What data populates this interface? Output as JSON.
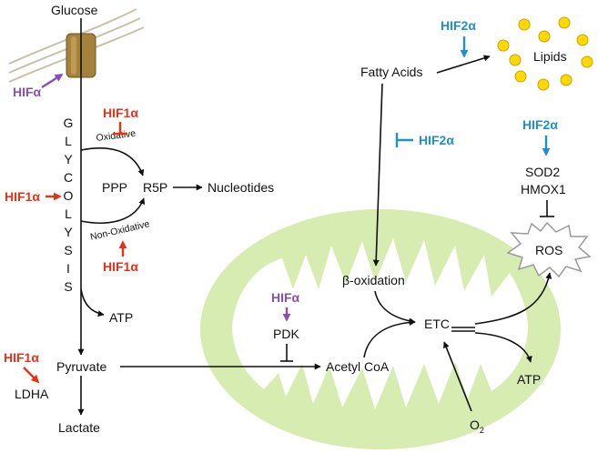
{
  "labels": {
    "glucose": "Glucose",
    "glycolysis": [
      "G",
      "L",
      "Y",
      "C",
      "O",
      "L",
      "Y",
      "S",
      "I",
      "S"
    ],
    "oxidative": "Oxidative",
    "non_oxidative": "Non-Oxidative",
    "ppp": "PPP",
    "r5p": "R5P",
    "nucleotides": "Nucleotides",
    "atp_glycolysis": "ATP",
    "pyruvate": "Pyruvate",
    "ldha": "LDHA",
    "lactate": "Lactate",
    "pdk": "PDK",
    "acetyl_coa": "Acetyl CoA",
    "beta_oxidation": "β-oxidation",
    "etc": "ETC",
    "atp_etc": "ATP",
    "o2": "O",
    "o2_sub": "2",
    "fatty_acids": "Fatty Acids",
    "lipids": "Lipids",
    "sod2": "SOD2",
    "hmox1": "HMOX1",
    "ros": "ROS"
  },
  "regulators": {
    "hif_transport": "HIFα",
    "hif1_oxidative": "HIF1α",
    "hif1_glycolysis": "HIF1α",
    "hif1_nonoxidative": "HIF1α",
    "hif1_ldha": "HIF1α",
    "hif_pdk": "HIFα",
    "hif2_lipids": "HIF2α",
    "hif2_beta_ox": "HIF2α",
    "hif2_ros": "HIF2α"
  },
  "colors": {
    "hif_alpha": "#8a4fb5",
    "hif1_alpha": "#e53319",
    "hif2_alpha": "#1e8fcf",
    "mitochondrion": "#d6ecb0",
    "lipid_droplet": "#ffd800",
    "transporter": "#a5823b"
  },
  "icons": {
    "transporter": "glucose-transporter-icon",
    "mitochondrion": "mitochondrion-icon",
    "lipid_droplets": "lipid-droplet-icon",
    "ros_burst": "burst-icon"
  }
}
